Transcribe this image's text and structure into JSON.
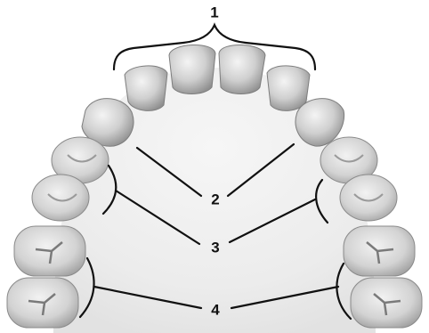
{
  "labels": {
    "one": "1",
    "two": "2",
    "three": "3",
    "four": "4"
  },
  "colors": {
    "tooth_light": "#eeeeee",
    "tooth_mid": "#c7c7c7",
    "tooth_dark": "#8e8e8e",
    "palate": "#ececec",
    "line": "#111111"
  }
}
